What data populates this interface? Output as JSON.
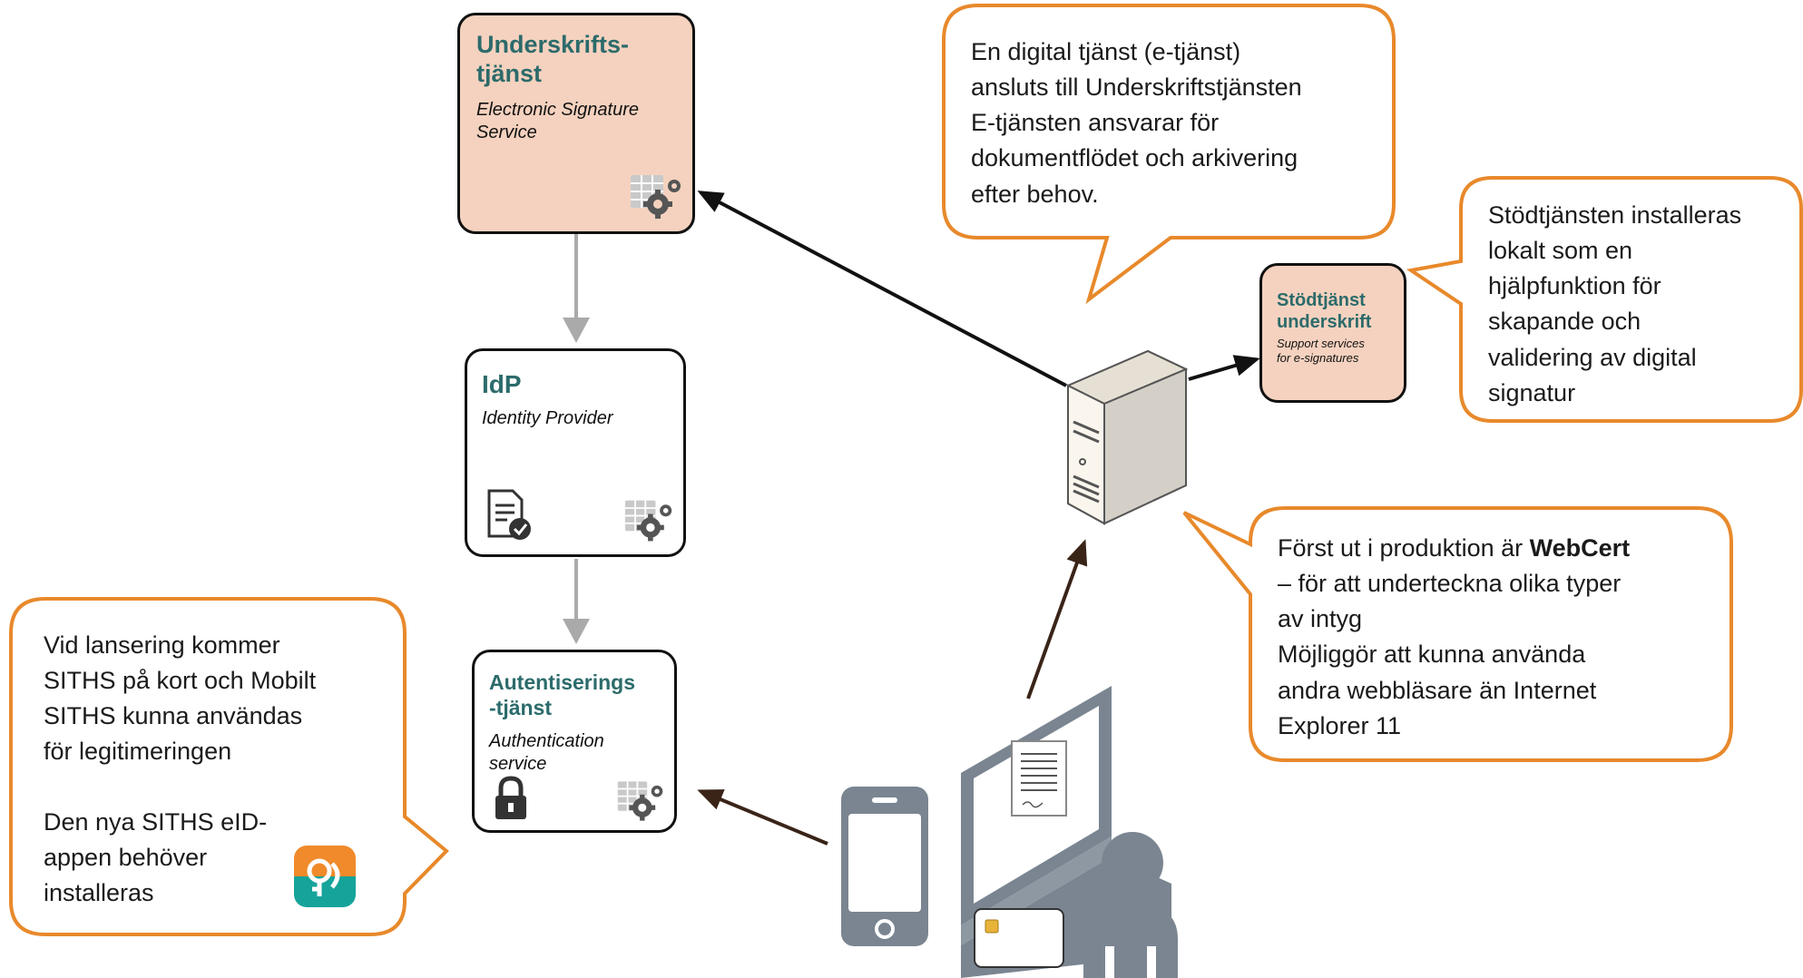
{
  "nodes": {
    "signature_service": {
      "title": "Underskrifts-\ntjänst",
      "subtitle": "Electronic Signature\nService"
    },
    "idp": {
      "title": "IdP",
      "subtitle": "Identity Provider"
    },
    "authentication": {
      "title": "Autentiserings\n-tjänst",
      "subtitle": "Authentication\nservice"
    },
    "support": {
      "title": "Stödtjänst\nunderskrift",
      "subtitle": "Support services\nfor e-signatures"
    }
  },
  "callouts": {
    "eservice": {
      "line1": "En digital tjänst (e-tjänst)\nansluts till Underskriftstjänsten",
      "line2": "E-tjänsten ansvarar för\ndokumentflödet och arkivering\nefter behov."
    },
    "support_info": {
      "text": "Stödtjänsten installeras\nlokalt som en\nhjälpfunktion för\nskapande och\nvalidering av digital\nsignatur"
    },
    "webcert": {
      "prefix": "Först ut i produktion är ",
      "highlight": "WebCert",
      "rest": "– för att underteckna olika typer\nav intyg\nMöjliggör att kunna använda\nandra webbläsare än Internet\nExplorer 11"
    },
    "siths": {
      "text": "Vid lansering kommer\nSITHS på kort och Mobilt\nSITHS kunna användas\nför legitimeringen",
      "text2": "Den nya SITHS eID-\nappen behöver\ninstalleras"
    }
  },
  "colors": {
    "callout_border": "#e8892b",
    "node_fill_accent": "#f5d2bf",
    "title_teal": "#2c6b6b",
    "arrow_gray": "#aaaaaa",
    "arrow_dark": "#111111",
    "app_icon": "#16a39a"
  },
  "icons": [
    "gear-grid-icon",
    "document-check-icon",
    "padlock-icon",
    "server-icon",
    "smartphone-icon",
    "desktop-computer-icon",
    "document-icon",
    "smart-card-icon",
    "person-icon",
    "siths-app-icon"
  ]
}
